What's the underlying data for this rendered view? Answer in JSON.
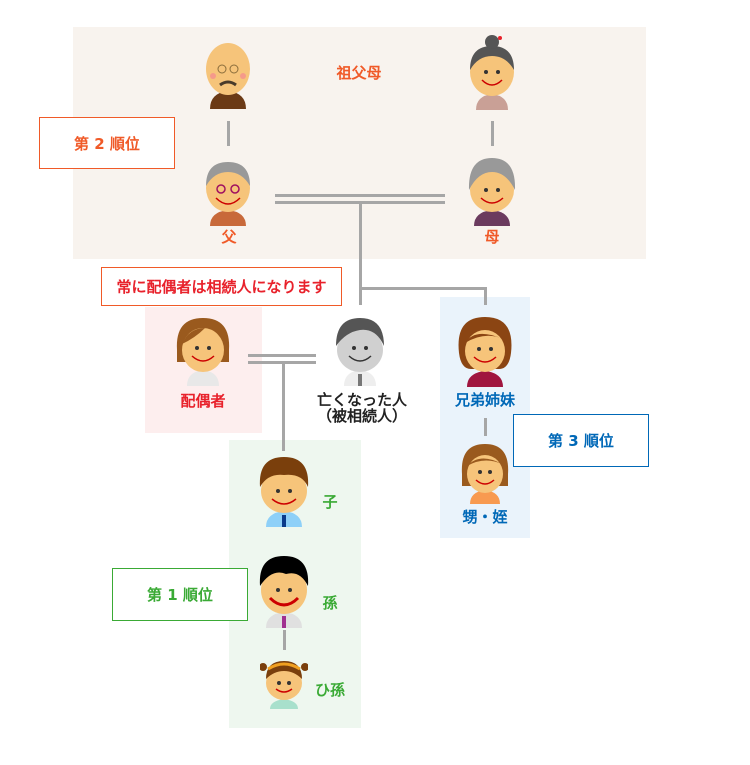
{
  "grandparents": {
    "label": "祖父母"
  },
  "father": {
    "label": "父"
  },
  "mother": {
    "label": "母"
  },
  "rank2": {
    "label": "第 2 順位",
    "color": "#f05a28"
  },
  "spouse_note": "常に配偶者は相続人になります",
  "spouse": {
    "label": "配偶者"
  },
  "deceased": {
    "label": "亡くなった人",
    "sub": "（被相続人）"
  },
  "siblings": {
    "label": "兄弟姉妹"
  },
  "nephews": {
    "label": "甥・姪"
  },
  "rank3": {
    "label": "第 3 順位",
    "color": "#0068b7"
  },
  "child": {
    "label": "子"
  },
  "grandchild": {
    "label": "孫"
  },
  "great_grandchild": {
    "label": "ひ孫"
  },
  "rank1": {
    "label": "第 1 順位",
    "color": "#3aaa35"
  }
}
